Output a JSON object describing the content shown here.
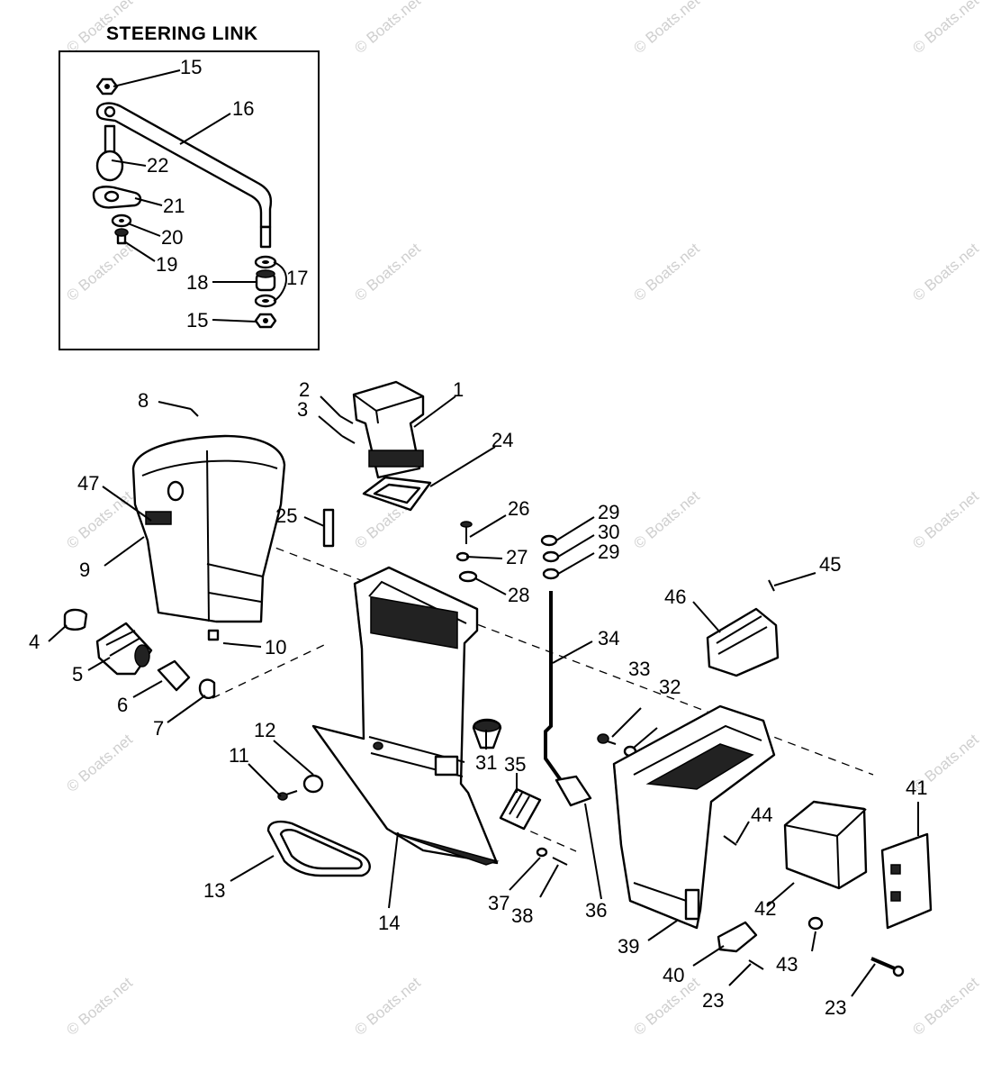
{
  "inset": {
    "title": "STEERING LINK"
  },
  "watermark": "© Boats.net",
  "callouts": {
    "c15a": "15",
    "c16": "16",
    "c22": "22",
    "c21": "21",
    "c20": "20",
    "c19": "19",
    "c18": "18",
    "c17": "17",
    "c15b": "15",
    "c1": "1",
    "c2": "2",
    "c3": "3",
    "c8": "8",
    "c24": "24",
    "c47": "47",
    "c25": "25",
    "c9": "9",
    "c26": "26",
    "c27": "27",
    "c28": "28",
    "c29a": "29",
    "c30": "30",
    "c29b": "29",
    "c45": "45",
    "c46": "46",
    "c4": "4",
    "c5": "5",
    "c10": "10",
    "c6": "6",
    "c7": "7",
    "c34": "34",
    "c33": "33",
    "c32": "32",
    "c31": "31",
    "c12": "12",
    "c11": "11",
    "c35": "35",
    "c44": "44",
    "c41": "41",
    "c13": "13",
    "c14": "14",
    "c37": "37",
    "c38": "38",
    "c36": "36",
    "c39": "39",
    "c42": "42",
    "c43": "43",
    "c40": "40",
    "c23a": "23",
    "c23b": "23"
  }
}
